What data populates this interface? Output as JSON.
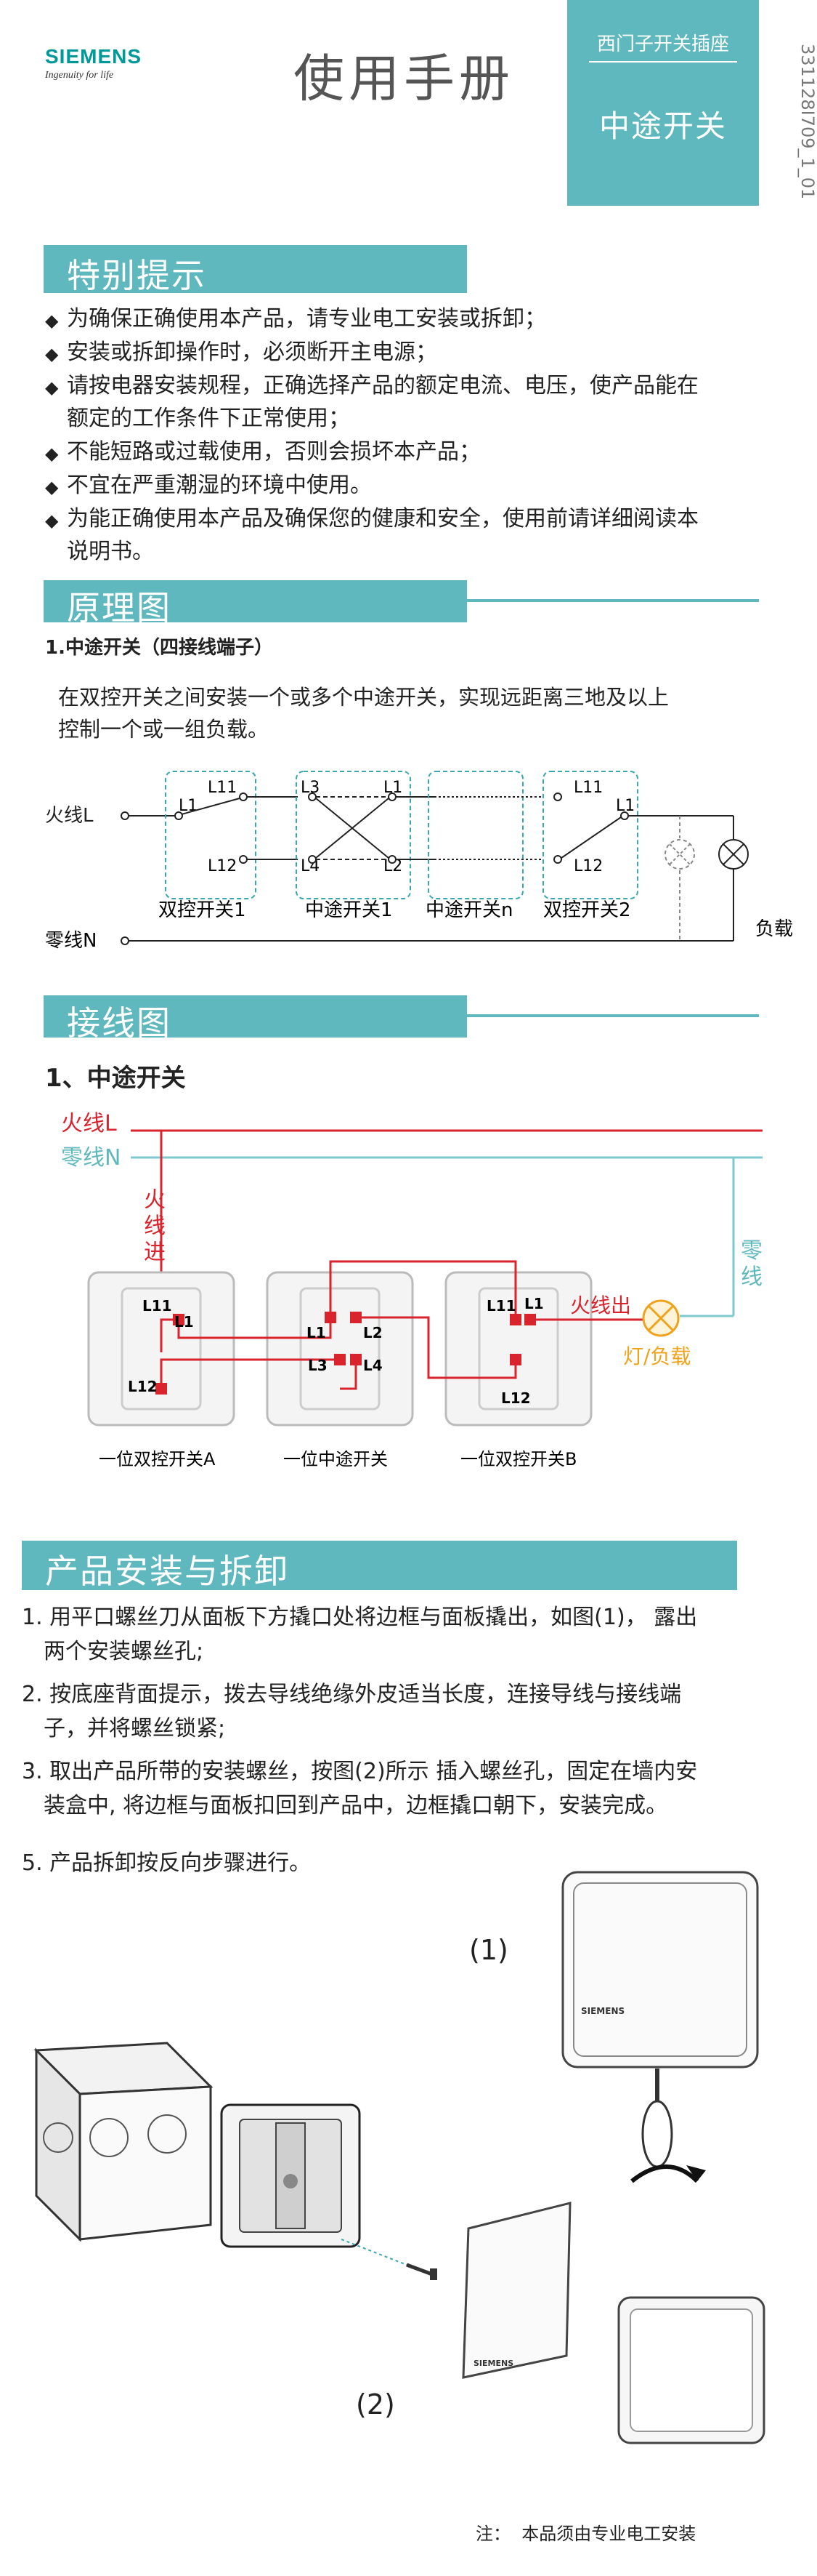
{
  "brand": {
    "name": "SIEMENS",
    "tagline": "Ingenuity for life"
  },
  "header": {
    "title": "使用手册",
    "category": "西门子开关插座",
    "product": "中途开关",
    "doc_code": "331128I709_1_01"
  },
  "sections": {
    "special": {
      "title": "特别提示",
      "items": [
        "为确保正确使用本产品，请专业电工安装或拆卸；",
        "安装或拆卸操作时，必须断开主电源；",
        "请按电器安装规程，正确选择产品的额定电流、电压，使产品能在",
        "额定的工作条件下正常使用；",
        "不能短路或过载使用，否则会损坏本产品；",
        "不宜在严重潮湿的环境中使用。",
        "为能正确使用本产品及确保您的健康和安全，使用前请详细阅读本",
        "说明书。"
      ]
    },
    "principle": {
      "title": "原理图",
      "subtitle": "1.中途开关（四接线端子）",
      "desc_line1": "在双控开关之间安装一个或多个中途开关，实现远距离三地及以上",
      "desc_line2": "控制一个或一组负载。",
      "diagram": {
        "live": "火线L",
        "neutral": "零线N",
        "load": "负载",
        "switch1": "双控开关1",
        "middle1": "中途开关1",
        "middlen": "中途开关n",
        "switch2": "双控开关2",
        "L": "L1",
        "L11": "L11",
        "L12": "L12",
        "L2": "L2",
        "L3": "L3",
        "L4": "L4"
      }
    },
    "wiring": {
      "title": "接线图",
      "subtitle": "1、中途开关",
      "live": "火线L",
      "neutral": "零线N",
      "live_in": [
        "火",
        "线",
        "进"
      ],
      "neutral_side": [
        "零",
        "线"
      ],
      "live_out": "火线出",
      "lamp_load": "灯/负载",
      "switch_a": "一位双控开关A",
      "middle": "一位中途开关",
      "switch_b": "一位双控开关B",
      "L1": "L1",
      "L11": "L11",
      "L12": "L12",
      "L2": "L2",
      "L3": "L3",
      "L4": "L4"
    },
    "install": {
      "title": "产品安装与拆卸",
      "steps": [
        {
          "line1": "1. 用平口螺丝刀从面板下方撬口处将边框与面板撬出，如图(1)， 露出",
          "line2": "两个安装螺丝孔;"
        },
        {
          "line1": "2. 按底座背面提示，拨去导线绝缘外皮适当长度，连接导线与接线端",
          "line2": "子，并将螺丝锁紧;"
        },
        {
          "line1": "3. 取出产品所带的安装螺丝，按图(2)所示 插入螺丝孔，固定在墙内安",
          "line2": "装盒中, 将边框与面板扣回到产品中，边框撬口朝下，安装完成。"
        },
        {
          "line1": "5. 产品拆卸按反向步骤进行。",
          "line2": ""
        }
      ],
      "fig1": "(1)",
      "fig2": "(2)",
      "panel_brand": "SIEMENS"
    }
  },
  "footer": {
    "note": "注：  本品须由专业电工安装"
  },
  "colors": {
    "teal": "#5fb8bd",
    "red": "#d9232d",
    "orange": "#f0a21b",
    "neutral_wire": "#7ec8cf"
  }
}
